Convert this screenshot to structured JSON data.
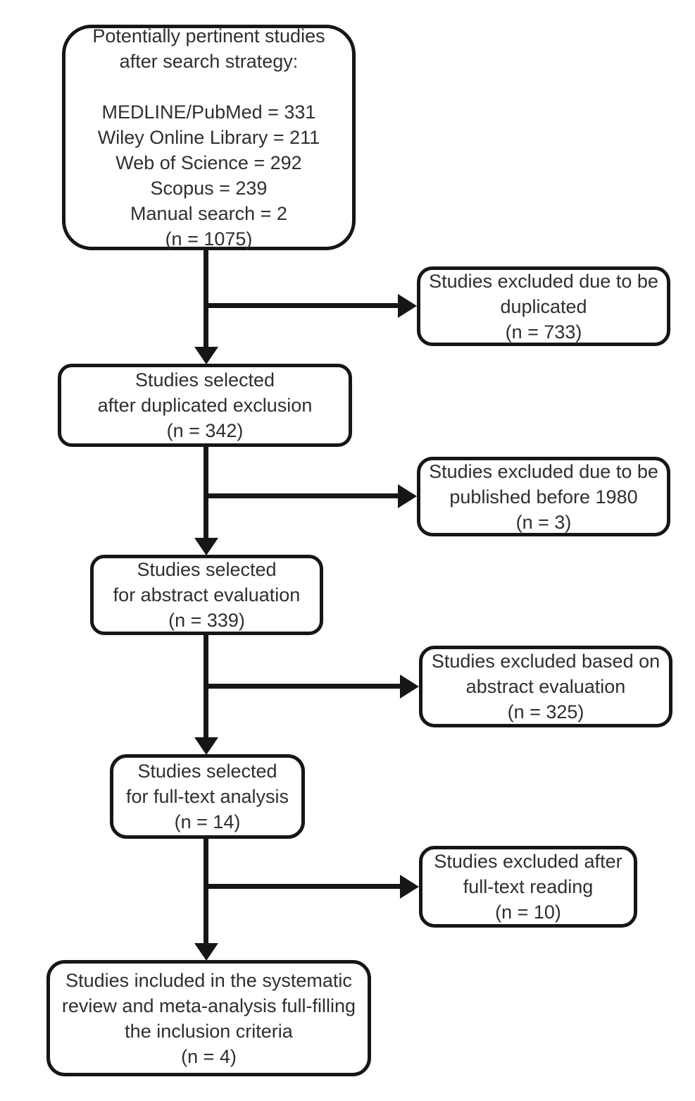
{
  "nodes": {
    "search_results": {
      "lines": [
        "Potentially pertinent studies",
        "after search strategy:",
        "",
        "MEDLINE/PubMed = 331",
        "Wiley Online Library = 211",
        "Web of Science = 292",
        "Scopus = 239",
        "Manual search = 2",
        "(n = 1075)"
      ]
    },
    "after_duplicates": {
      "lines": [
        "Studies selected",
        "after duplicated exclusion",
        "(n = 342)"
      ]
    },
    "abstract_evaluation": {
      "lines": [
        "Studies selected",
        "for abstract evaluation",
        "(n = 339)"
      ]
    },
    "full_text_analysis": {
      "lines": [
        "Studies selected",
        "for full-text analysis",
        "(n = 14)"
      ]
    },
    "included": {
      "lines": [
        "Studies included in the systematic",
        "review and meta-analysis full-filling",
        "the inclusion criteria",
        "(n = 4)"
      ]
    },
    "excluded_duplicated": {
      "lines": [
        "Studies excluded due to be",
        "duplicated",
        "(n = 733)"
      ]
    },
    "excluded_published_before_1980": {
      "lines": [
        "Studies excluded due to be",
        "published before 1980",
        "(n = 3)"
      ]
    },
    "excluded_abstract_evaluation": {
      "lines": [
        "Studies excluded based on",
        "abstract evaluation",
        "(n = 325)"
      ]
    },
    "excluded_full_text_reading": {
      "lines": [
        "Studies excluded after",
        "full-text reading",
        "(n = 10)"
      ]
    }
  },
  "colors": {
    "border": "#161616",
    "text": "#2f2f2f",
    "background": "#ffffff"
  }
}
